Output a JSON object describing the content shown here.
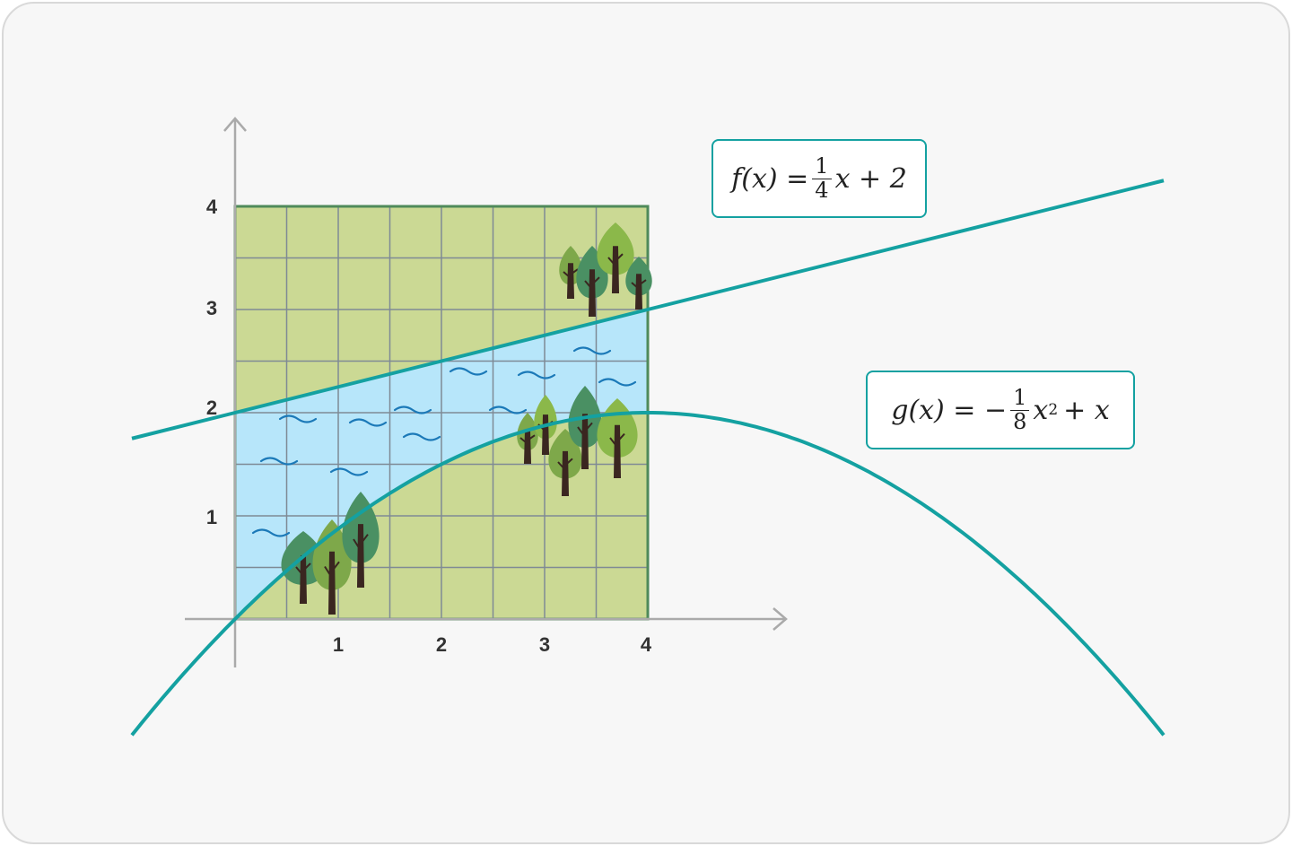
{
  "colors": {
    "land": "#cbd994",
    "land_border": "#4f8a5a",
    "water": "#b7e6fa",
    "wave": "#1b79b8",
    "grid": "#7f8a95",
    "axis": "#aaaaaa",
    "curve": "#14a1a1",
    "tree_dark": "#4a9063",
    "tree_mid": "#7ea84a",
    "tree_light": "#8bb84a",
    "trunk": "#3a2620"
  },
  "x_ticks": [
    "1",
    "2",
    "3",
    "4"
  ],
  "y_ticks": [
    "1",
    "2",
    "3",
    "4"
  ],
  "equations": {
    "f": {
      "lhs": "f(x) =",
      "num": "1",
      "den": "4",
      "rhs": "x + 2"
    },
    "g": {
      "lhs": "g(x) = −",
      "num": "1",
      "den": "8",
      "rhs_var": "x",
      "rhs_exp": "2",
      "rhs_tail": "+ x"
    }
  },
  "chart_data": {
    "type": "line",
    "x_range": [
      -1,
      9
    ],
    "square_region": {
      "x": [
        0,
        4
      ],
      "y": [
        0,
        4
      ]
    },
    "series": [
      {
        "function": "f(x) = 1/4 x + 2",
        "x": [
          -1,
          9
        ],
        "y": [
          1.75,
          4.25
        ]
      },
      {
        "function": "g(x) = -1/8 x^2 + x",
        "x": [
          -1,
          0,
          2,
          4,
          6,
          8,
          9
        ],
        "y": [
          -1.125,
          0,
          1.5,
          2,
          1.5,
          0,
          -1.125
        ]
      }
    ],
    "grid": true
  }
}
